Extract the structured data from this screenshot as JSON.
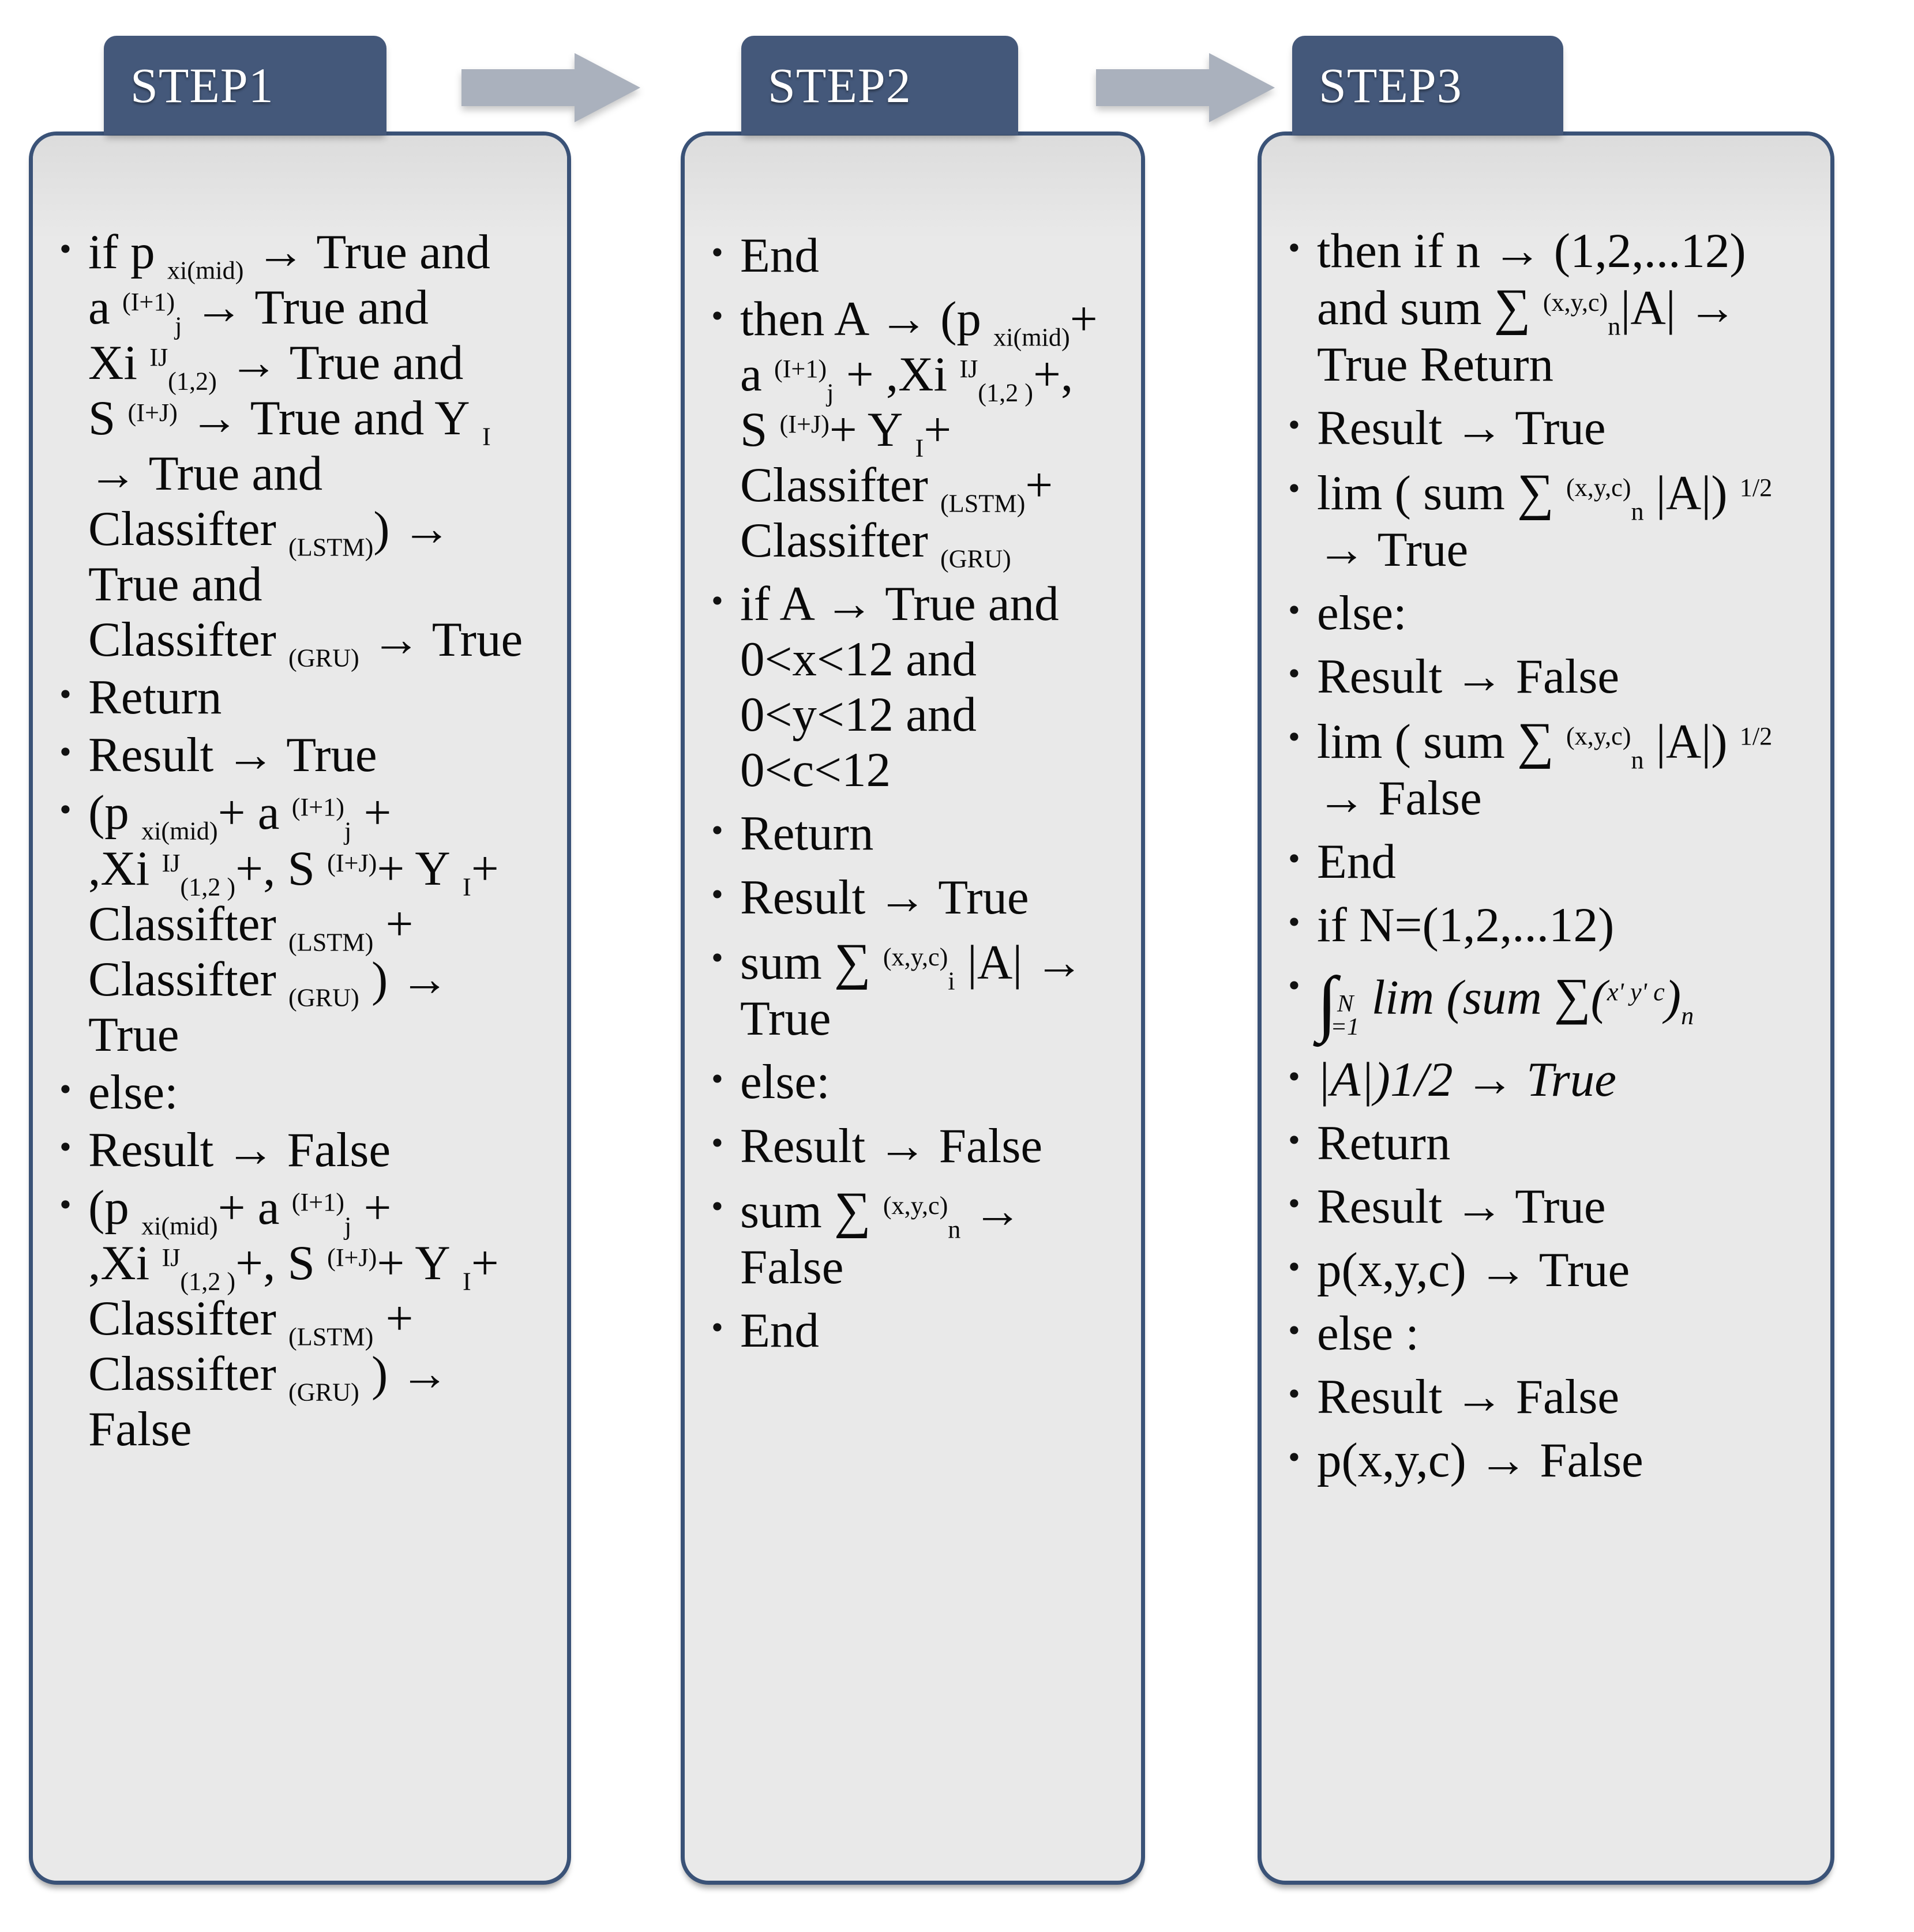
{
  "diagram": {
    "title": "Three-step algorithm pseudocode flow",
    "colors": {
      "tab_fill": "#44587a",
      "panel_border": "#3a5277",
      "panel_fill": "#e9e9e9",
      "arrow_fill": "#aab1bd",
      "text": "#0a0a0a"
    },
    "arrows": [
      {
        "name": "arrow-step1-to-step2",
        "direction": "right"
      },
      {
        "name": "arrow-step2-to-step3",
        "direction": "right"
      }
    ],
    "steps": [
      {
        "id": "step1",
        "tab_label": "STEP1",
        "items": [
          "if p xi(mid) → True and a (I+1) j → True and Xi IJ (1,2) → True and S (I+J) → True and Y I → True and Classifter (LSTM) → True and Classifter (GRU) → True",
          "Return",
          "Result → True",
          "(p xi(mid) + a (I+1) j + ,Xi IJ (1,2) +, S (I+J) + Y I + Classifter (LSTM) + Classifter (GRU) ) → True",
          "else:",
          "Result → False",
          "(p xi(mid) + a (I+1) j + ,Xi IJ (1,2) +, S (I+J) + Y I + Classifter (LSTM) + Classifter (GRU) ) → False"
        ]
      },
      {
        "id": "step2",
        "tab_label": "STEP2",
        "items": [
          "End",
          "then A → (p xi(mid) + a (I+1) j + ,Xi IJ (1,2) +, S (I+J) + Y I + Classifter (LSTM) + Classifter (GRU)",
          "if A → True and 0<x<12 and 0<y<12 and 0<c<12",
          "Return",
          "Result → True",
          "sum ∑ (x,y,c) i |A| → True",
          "else:",
          "Result → False",
          "sum ∑ (x,y,c) n → False",
          "End"
        ]
      },
      {
        "id": "step3",
        "tab_label": "STEP3",
        "items": [
          "then if n → (1,2,...12) and sum ∑ (x,y,c) n |A| → True Return",
          "Result → True",
          "lim ( sum ∑ (x,y,c) n |A|) 1/2 → True",
          "else:",
          "Result → False",
          "lim ( sum ∑ (x,y,c) n |A|) 1/2 → False",
          "End",
          "if N=(1,2,...12)",
          "∫(i=1)^N lim (sum ∑(x' y' c) n",
          "|A|)1/2 → True",
          "Return",
          "Result → True",
          "p(x,y,c) → True",
          "else :",
          "Result → False",
          "p(x,y,c) → False"
        ]
      }
    ]
  }
}
